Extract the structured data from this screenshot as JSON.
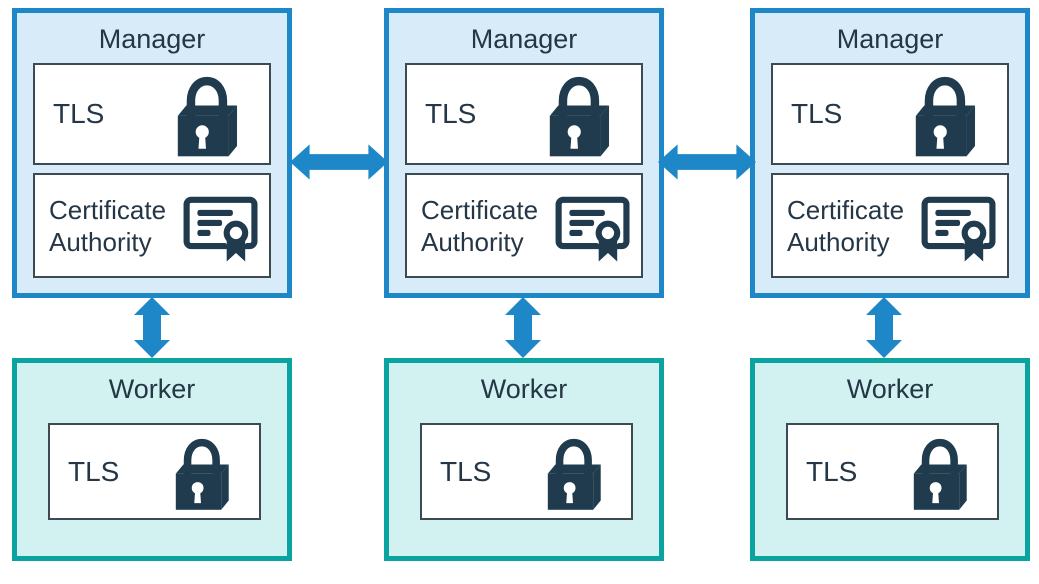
{
  "nodes": {
    "managers": [
      {
        "title": "Manager",
        "tls_label": "TLS",
        "ca_label": "Certificate Authority"
      },
      {
        "title": "Manager",
        "tls_label": "TLS",
        "ca_label": "Certificate Authority"
      },
      {
        "title": "Manager",
        "tls_label": "TLS",
        "ca_label": "Certificate Authority"
      }
    ],
    "workers": [
      {
        "title": "Worker",
        "tls_label": "TLS"
      },
      {
        "title": "Worker",
        "tls_label": "TLS"
      },
      {
        "title": "Worker",
        "tls_label": "TLS"
      }
    ]
  },
  "connections": {
    "manager_to_manager": "bidirectional",
    "manager_to_worker": "bidirectional"
  },
  "icons": {
    "lock": "lock-icon",
    "certificate": "certificate-authority-icon",
    "horizontal_arrow": "double-arrow-horizontal-icon",
    "vertical_arrow": "double-arrow-vertical-icon"
  },
  "colors": {
    "manager_border": "#1E87C7",
    "manager_fill": "#D7EBF8",
    "worker_border": "#0BA3A0",
    "worker_fill": "#D2F2F1",
    "arrow": "#1E87C7",
    "icon": "#1F3B4D",
    "text": "#253746",
    "inner_box_border": "#3E4A52",
    "inner_box_fill": "#FFFFFF",
    "background": "#FFFFFF"
  }
}
